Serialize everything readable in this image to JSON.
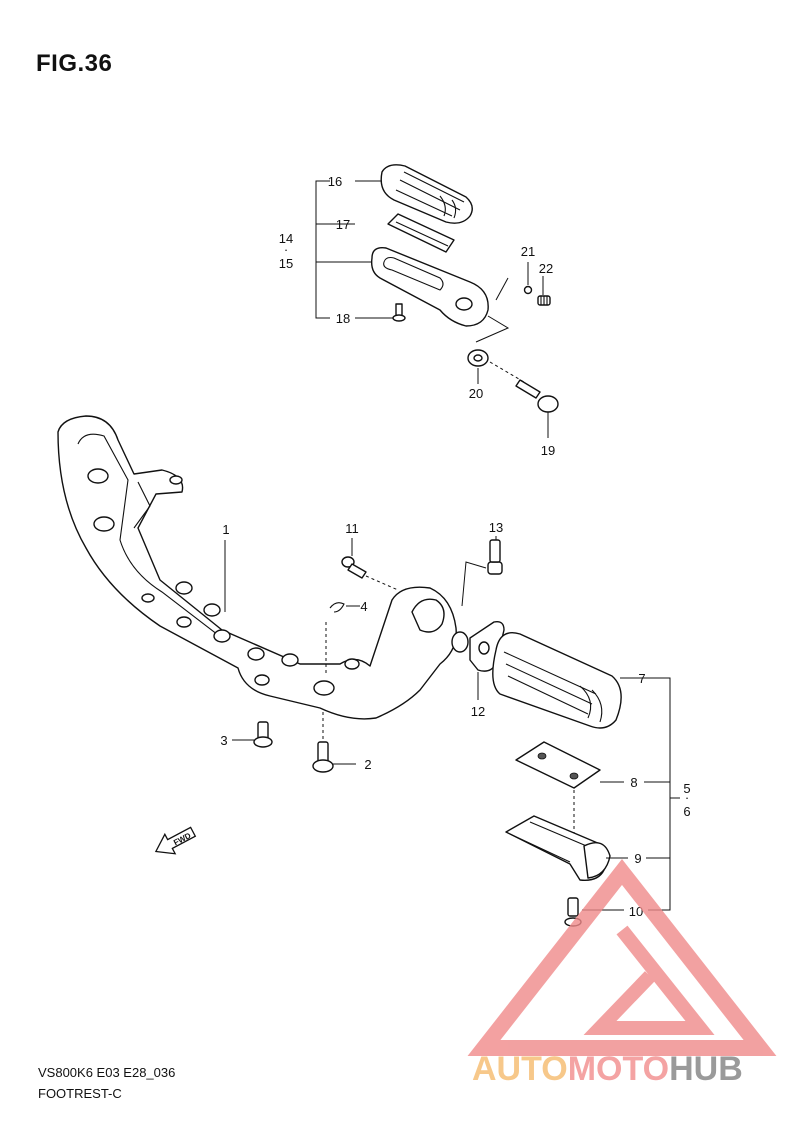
{
  "figure": {
    "title": "FIG.36",
    "model_code": "VS800K6 E03 E28_036",
    "section": "FOOTREST-C"
  },
  "callouts": {
    "c1": "1",
    "c2": "2",
    "c3": "3",
    "c4": "4",
    "c5": "5",
    "c6": "6",
    "c7": "7",
    "c8": "8",
    "c9": "9",
    "c10": "10",
    "c11": "11",
    "c12": "12",
    "c13": "13",
    "c14": "14",
    "c15": "15",
    "c16": "16",
    "c17": "17",
    "c18": "18",
    "c19": "19",
    "c20": "20",
    "c21": "21",
    "c22": "22",
    "dot": "·"
  },
  "arrow": {
    "label": "FWD"
  },
  "watermark": {
    "word_a": "AUTO",
    "word_b": "MOTO",
    "word_c": "HUB",
    "color_a": "#f7c88a",
    "color_b": "#f4a3a3",
    "color_c": "#9a9a9a",
    "triangle_color": "#f08a8a"
  }
}
